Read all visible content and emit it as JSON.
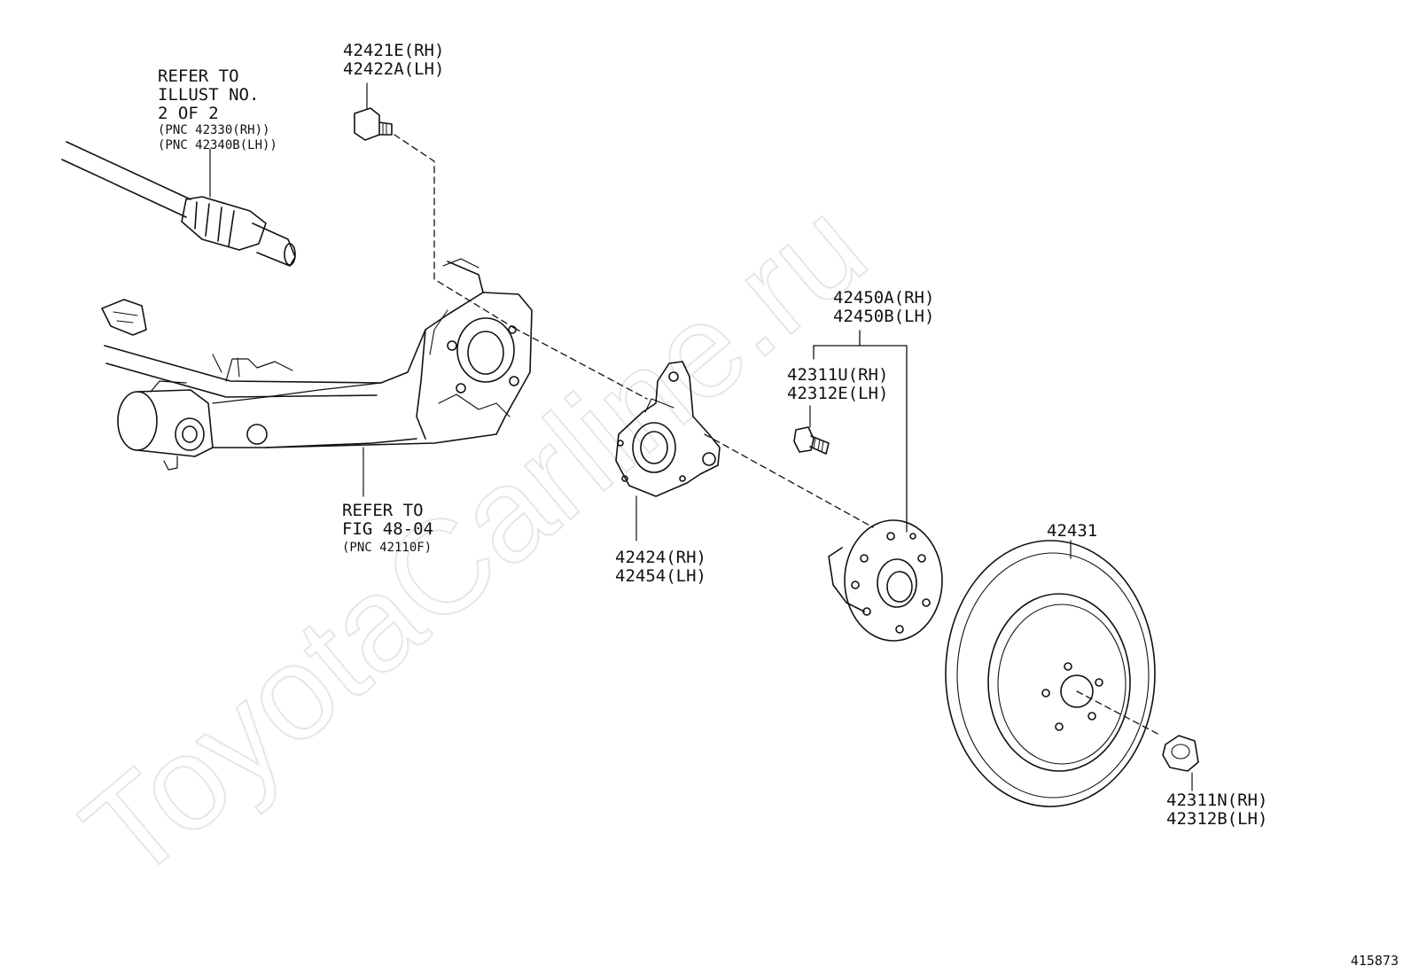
{
  "watermark": {
    "text": "ToyotaCarline.ru"
  },
  "figure_number": "415873",
  "labels": {
    "bolt_knuckle": {
      "line1": "42421E(RH)",
      "line2": "42422A(LH)"
    },
    "axle_ref": {
      "line1": "REFER TO",
      "line2": "ILLUST NO.",
      "line3": "2 OF 2",
      "line4": "(PNC 42330(RH))",
      "line5": "(PNC 42340B(LH))"
    },
    "beam_ref": {
      "line1": "REFER TO",
      "line2": "FIG 48-04",
      "line3": "(PNC 42110F)"
    },
    "hub_assembly": {
      "line1": "42450A(RH)",
      "line2": "42450B(LH)"
    },
    "hub_bolt": {
      "line1": "42311U(RH)",
      "line2": "42312E(LH)"
    },
    "knuckle": {
      "line1": "42424(RH)",
      "line2": "42454(LH)"
    },
    "disc": {
      "line1": "42431"
    },
    "nut": {
      "line1": "42311N(RH)",
      "line2": "42312B(LH)"
    }
  },
  "colors": {
    "ink": "#111111",
    "watermark": "#e9e9e9"
  }
}
